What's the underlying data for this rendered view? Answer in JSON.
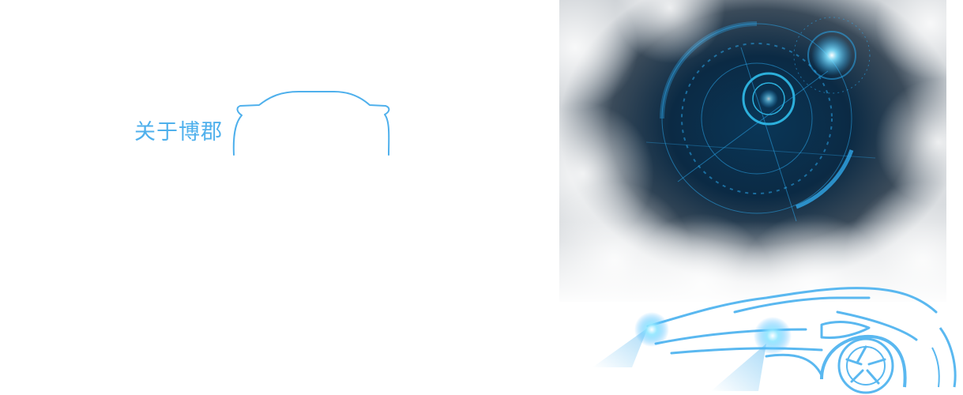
{
  "about": {
    "title": "关于博郡"
  },
  "colors": {
    "accent": "#4fb0ec",
    "accent_light": "#8fd0f6",
    "hero_dark": "#0b2840",
    "hero_glow": "#27b4ff"
  },
  "icons": {
    "section_decoration": "car-outline-icon",
    "hero_visual": "tech-hud-image",
    "footer_visual": "glowing-car-illustration"
  }
}
